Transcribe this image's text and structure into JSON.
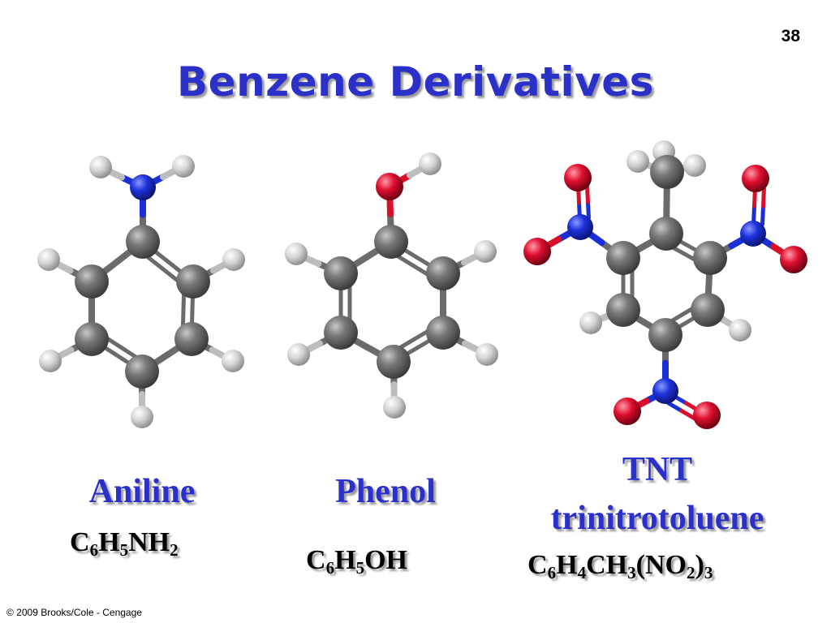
{
  "slide_number": "38",
  "title": "Benzene Derivatives",
  "molecules": [
    {
      "name": "Aniline",
      "formula": [
        {
          "t": "C"
        },
        {
          "s": "6"
        },
        {
          "t": "H"
        },
        {
          "s": "5"
        },
        {
          "t": "NH"
        },
        {
          "s": "2"
        }
      ]
    },
    {
      "name": "Phenol",
      "formula": [
        {
          "t": "C"
        },
        {
          "s": "6"
        },
        {
          "t": "H"
        },
        {
          "s": "5"
        },
        {
          "t": "OH"
        }
      ]
    },
    {
      "name": "TNT",
      "subname": "trinitrotoluene",
      "formula": [
        {
          "t": "C"
        },
        {
          "s": "6"
        },
        {
          "t": "H"
        },
        {
          "s": "4"
        },
        {
          "t": "CH"
        },
        {
          "s": "3"
        },
        {
          "t": "(NO"
        },
        {
          "s": "2"
        },
        {
          "t": ")"
        },
        {
          "s": "3"
        }
      ]
    }
  ],
  "colors": {
    "title": "#2b30c8",
    "carbon": "#6b6b6b",
    "hydrogen": "#d0d0d0",
    "nitrogen": "#1a2fd6",
    "oxygen": "#d8102a"
  },
  "footer": "© 2009 Brooks/Cole - Cengage"
}
